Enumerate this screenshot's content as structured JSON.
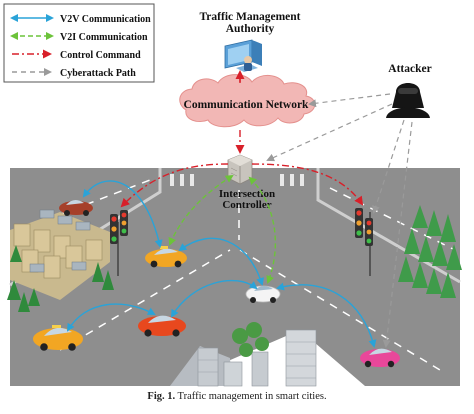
{
  "legend": {
    "items": [
      {
        "label": "V2V Communication",
        "color": "#2aa3d8",
        "style": "solid-double-arrow"
      },
      {
        "label": "V2I Communication",
        "color": "#6cc33a",
        "style": "dashed-double-arrow"
      },
      {
        "label": "Control Command",
        "color": "#d8202a",
        "style": "dash-dot-arrow"
      },
      {
        "label": "Cyberattack Path",
        "color": "#9a9a9a",
        "style": "dashed-arrow"
      }
    ]
  },
  "labels": {
    "authority_line1": "Traffic Management",
    "authority_line2": "Authority",
    "network": "Communication Network",
    "attacker": "Attacker",
    "controller_line1": "Intersection",
    "controller_line2": "Controller"
  },
  "caption": {
    "prefix": "Fig. 1.",
    "text": " Traffic management in smart cities."
  },
  "colors": {
    "road": "#8e8e8e",
    "cloud": "#f2b7b5",
    "v2v": "#2aa3d8",
    "v2i": "#6cc33a",
    "control": "#d8202a",
    "cyber": "#9a9a9a"
  },
  "icons": {
    "authority": "computer-workstation-icon",
    "attacker": "hacker-icon",
    "controller": "controller-box-icon",
    "traffic_light": "traffic-light-icon",
    "car": "car-icon",
    "tree": "tree-icon",
    "building": "building-icon"
  }
}
